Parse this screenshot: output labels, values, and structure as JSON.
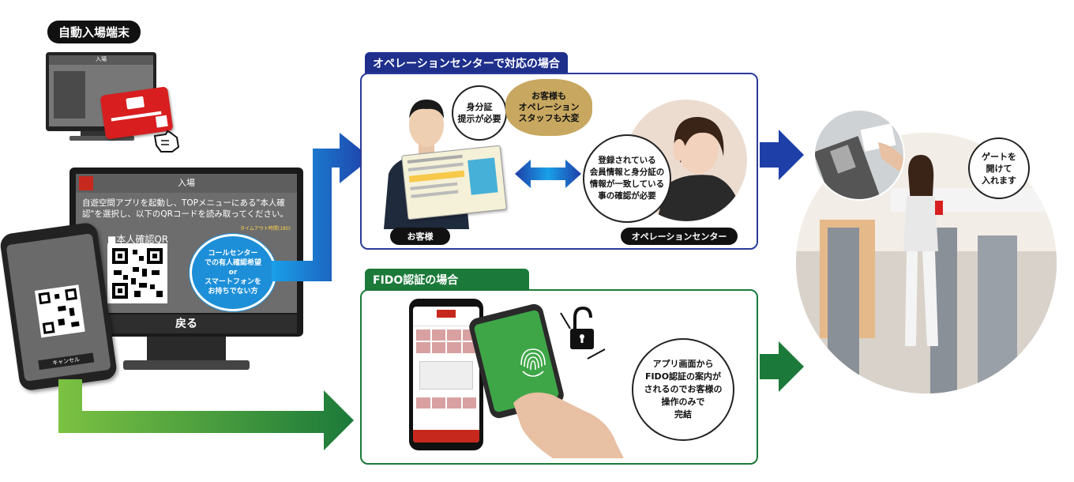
{
  "terminal": {
    "title": "自動入場端末",
    "small_screen_header": "入場",
    "screen_header": "入場",
    "instructions": "自遊空間アプリを起動し、TOPメニューにある\"本人確認\"を選択し、以下のQRコードを読み取ってください。",
    "timeout_text": "タイムアウト時間(180)",
    "qr_label": "■本人確認QR",
    "back_button": "戻る",
    "callcenter_bubble": "コールセンター\nでの有人確認希望\nor\nスマートフォンを\nお持ちでない方",
    "phone_cancel": "キャンセル"
  },
  "operation_center": {
    "tab_title": "オペレーションセンターで対応の場合",
    "customer_bubble": "身分証\n提示が必要",
    "burden_bubble": "お客様も\nオペレーション\nスタッフも大変",
    "staff_bubble": "登録されている\n会員情報と身分証の\n情報が一致している\n事の確認が必要",
    "customer_label": "お客様",
    "staff_label": "オペレーションセンター"
  },
  "fido": {
    "tab_title": "FIDO認証の場合",
    "bubble": "アプリ画面から\nFIDO認証の案内が\nされるのでお客様の\n操作のみで\n完結"
  },
  "gate": {
    "bubble": "ゲートを\n開けて\n入れます"
  },
  "colors": {
    "blue_arrow": "#1e3fa8",
    "green_arrow": "#1b7a3a",
    "light_green": "#7cc242",
    "burden_bubble_bg": "#c8a860",
    "bubble_blue": "#1d8fd8"
  },
  "icons": [
    "hand-pointer-icon",
    "unlock-icon",
    "fingerprint-icon",
    "double-arrow-icon"
  ]
}
